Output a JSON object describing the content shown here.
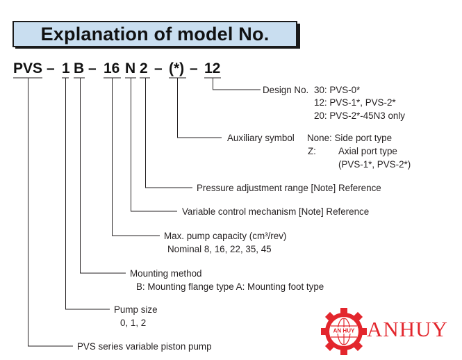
{
  "title": "Explanation of model No.",
  "model_code": {
    "pvs": "PVS",
    "dash1": "–",
    "size": "1",
    "mount": "B",
    "dash2": "–",
    "capacity": "16",
    "control": "N",
    "pressure": "2",
    "dash3": "–",
    "aux": "(*)",
    "dash4": "–",
    "design": "12"
  },
  "labels": {
    "design_no": "Design No.",
    "design_30": "30: PVS-0*",
    "design_12": "12: PVS-1*, PVS-2*",
    "design_20": "20: PVS-2*-45N3 only",
    "aux_symbol": "Auxiliary symbol",
    "aux_none": "None: Side port type",
    "aux_z": "Z:",
    "aux_z_desc": "Axial port type",
    "aux_z_models": "(PVS-1*, PVS-2*)",
    "pressure_range": "Pressure adjustment range  [Note] Reference",
    "variable_control": "Variable control mechanism  [Note] Reference",
    "max_capacity": "Max. pump capacity (cm³/rev)",
    "nominal": "Nominal 8, 16, 22, 35, 45",
    "mounting": "Mounting method",
    "mounting_options": "B: Mounting flange type    A: Mounting foot type",
    "pump_size": "Pump size",
    "pump_size_values": "0, 1, 2",
    "series": "PVS series variable piston pump"
  },
  "logo": {
    "brand": "ANHUY",
    "emblem_text": "AN HUY",
    "color": "#e3262d",
    "icon": "gear-globe-icon"
  },
  "colors": {
    "title_bg": "#c9def0",
    "line": "#231f20"
  }
}
